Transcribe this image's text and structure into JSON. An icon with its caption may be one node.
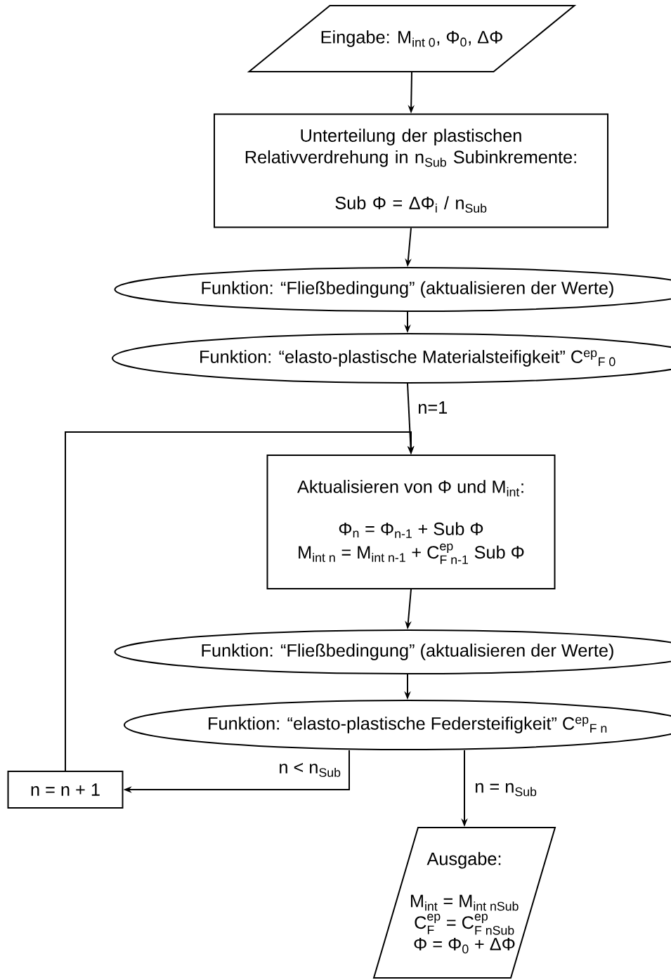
{
  "diagram": {
    "nodes": [
      {
        "text": [
          "Eingabe:  M$_{int 0}$,  Φ$_{0}$, ΔΦ"
        ]
      },
      {
        "text": [
          "Unterteilung der plastischen Relativverdrehung in n$_{Sub}$ Subinkremente:",
          "Sub Φ = ΔΦ$_{i}$ / n$_{Sub}$"
        ]
      },
      {
        "text": [
          "Funktion: “Fließbedingung” (aktualisieren der Werte)"
        ]
      },
      {
        "text": [
          "Funktion: “elasto-plastische Materialsteifigkeit” C$^{ep}$$_{F 0}$"
        ]
      },
      {
        "text": [
          "Aktualisieren von Φ und M$_{int}$:",
          "Φ$_{n}$ = Φ$_{n-1}$ + Sub Φ",
          "\\text{M}_{\\text{int n}}\\text{ = M}_{\\text{int n-1}}\\text{ + C}^{\\text{ep}}_{\\text{F n-1}}\\text{ Sub Φ}"
        ]
      },
      {
        "text": [
          "Funktion: “Fließbedingung” (aktualisieren der Werte)"
        ]
      },
      {
        "text": [
          "Funktion: “elasto-plastische Federsteifigkeit” C$^{ep}$$_{F n}$"
        ]
      },
      {
        "text": [
          "n = n + 1"
        ]
      },
      {
        "text": [
          "Ausgabe:",
          "\\text{M}_{\\text{int}}\\text{ = M}_{\\text{int nSub}}",
          "\\text{C}^{\\text{ep}}_{\\text{F}}\\text{ = C}^{\\text{ep}}_{\\text{F nSub}}",
          "Φ = Φ$_{0}$ + ΔΦ"
        ]
      }
    ],
    "edges": [
      {
        "from": 0,
        "to": 1,
        "arrow": "to"
      },
      {
        "from": 1,
        "to": 2,
        "arrow": "to"
      },
      {
        "from": 2,
        "to": 3,
        "arrow": "to"
      },
      {
        "from": 3,
        "to": 4,
        "arrow": "to",
        "label": "n=1"
      },
      {
        "from": 4,
        "to": 5,
        "arrow": "to"
      },
      {
        "from": 5,
        "to": 6,
        "arrow": "to"
      },
      {
        "from": 6,
        "to": 7,
        "arrow": "to",
        "label": "n < n$_{Sub}$"
      },
      {
        "from": 7,
        "to": 4,
        "arrow": "to"
      },
      {
        "from": 6,
        "to": 8,
        "arrow": "to",
        "label": "n = n$_{Sub}$"
      }
    ]
  }
}
